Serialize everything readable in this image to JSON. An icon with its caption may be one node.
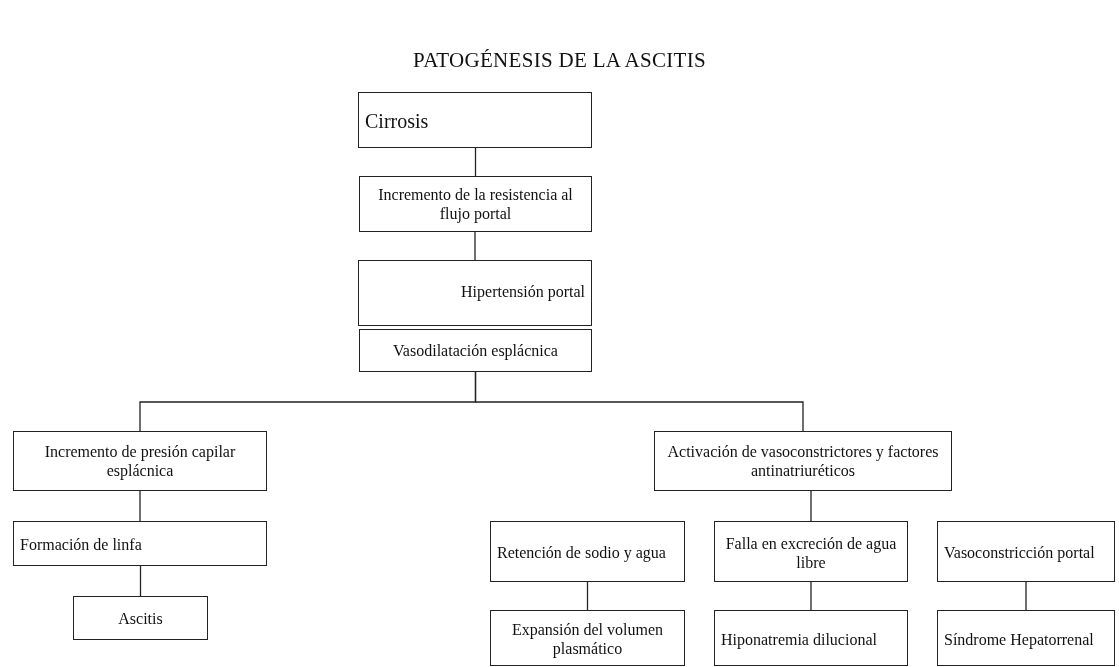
{
  "diagram": {
    "title": "PATOGÉNESIS DE LA ASCITIS",
    "nodes": [
      {
        "text": [
          "Cirrosis"
        ]
      },
      {
        "text": [
          "Incremento de la resistencia al flujo portal"
        ]
      },
      {
        "text": [
          "Hipertensión portal"
        ]
      },
      {
        "text": [
          "Vasodilatación esplácnica"
        ]
      },
      {
        "text": [
          "Incremento de presión capilar esplácnica"
        ]
      },
      {
        "text": [
          "Activación de vasoconstrictores y factores antinatriuréticos"
        ]
      },
      {
        "text": [
          "Formación de linfa"
        ]
      },
      {
        "text": [
          "Ascitis"
        ]
      },
      {
        "text": [
          "Retención de sodio y agua"
        ]
      },
      {
        "text": [
          "Falla en excreción de agua libre"
        ]
      },
      {
        "text": [
          "Vasoconstricción portal"
        ]
      },
      {
        "text": [
          "Expansión del volumen plasmático"
        ]
      },
      {
        "text": [
          "Hiponatremia dilucional"
        ]
      },
      {
        "text": [
          "Síndrome Hepatorrenal"
        ]
      }
    ],
    "edges": [
      {
        "from": 0,
        "to": 1,
        "arrow": "none"
      },
      {
        "from": 1,
        "to": 2,
        "arrow": "none"
      },
      {
        "from": 3,
        "to": 4,
        "arrow": "none"
      },
      {
        "from": 3,
        "to": 5,
        "arrow": "none"
      },
      {
        "from": 4,
        "to": 6,
        "arrow": "none"
      },
      {
        "from": 6,
        "to": 7,
        "arrow": "none"
      },
      {
        "from": 5,
        "to": 9,
        "arrow": "none"
      },
      {
        "from": 8,
        "to": 11,
        "arrow": "none"
      },
      {
        "from": 9,
        "to": 12,
        "arrow": "none"
      },
      {
        "from": 10,
        "to": 13,
        "arrow": "none"
      }
    ]
  }
}
